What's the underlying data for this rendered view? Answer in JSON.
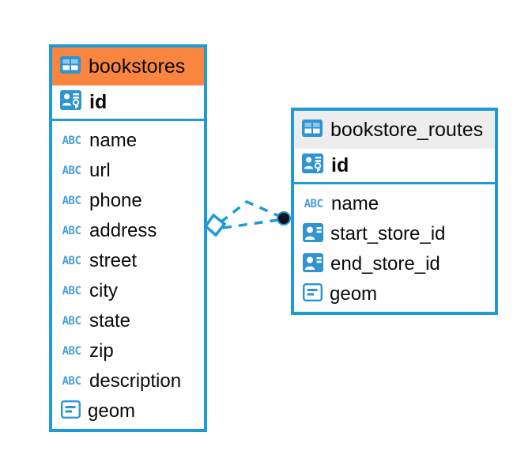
{
  "diagram": {
    "title": "entity-relationship-diagram",
    "colors": {
      "border": "#1e9ad6",
      "accent_header": "#f9853f",
      "neutral_header": "#ededed",
      "icon_blue": "#2e94d2",
      "abc_blue": "#4a9fd8",
      "connector": "#1e9ad6",
      "connector_endpoint": "#0d0d1a"
    },
    "entities": [
      {
        "name": "bookstores",
        "header_style": "accent",
        "table_icon": "table-icon",
        "primary_key": {
          "label": "id",
          "icon": "primary-key-icon"
        },
        "columns": [
          {
            "label": "name",
            "icon": "text-type-icon",
            "icon_text": "ABC"
          },
          {
            "label": "url",
            "icon": "text-type-icon",
            "icon_text": "ABC"
          },
          {
            "label": "phone",
            "icon": "text-type-icon",
            "icon_text": "ABC"
          },
          {
            "label": "address",
            "icon": "text-type-icon",
            "icon_text": "ABC"
          },
          {
            "label": "street",
            "icon": "text-type-icon",
            "icon_text": "ABC"
          },
          {
            "label": "city",
            "icon": "text-type-icon",
            "icon_text": "ABC"
          },
          {
            "label": "state",
            "icon": "text-type-icon",
            "icon_text": "ABC"
          },
          {
            "label": "zip",
            "icon": "text-type-icon",
            "icon_text": "ABC"
          },
          {
            "label": "description",
            "icon": "text-type-icon",
            "icon_text": "ABC"
          },
          {
            "label": "geom",
            "icon": "geometry-type-icon",
            "icon_text": ""
          }
        ]
      },
      {
        "name": "bookstore_routes",
        "header_style": "neutral",
        "table_icon": "table-icon",
        "primary_key": {
          "label": "id",
          "icon": "primary-key-icon"
        },
        "columns": [
          {
            "label": "name",
            "icon": "text-type-icon",
            "icon_text": "ABC"
          },
          {
            "label": "start_store_id",
            "icon": "foreign-key-icon",
            "icon_text": ""
          },
          {
            "label": "end_store_id",
            "icon": "foreign-key-icon",
            "icon_text": ""
          },
          {
            "label": "geom",
            "icon": "geometry-type-icon",
            "icon_text": ""
          }
        ]
      }
    ],
    "relationship": {
      "name": "bookstores-to-bookstore-routes",
      "source_endpoint": "diamond-open",
      "target_endpoint": "filled-circle",
      "line_style": "dashed"
    }
  }
}
